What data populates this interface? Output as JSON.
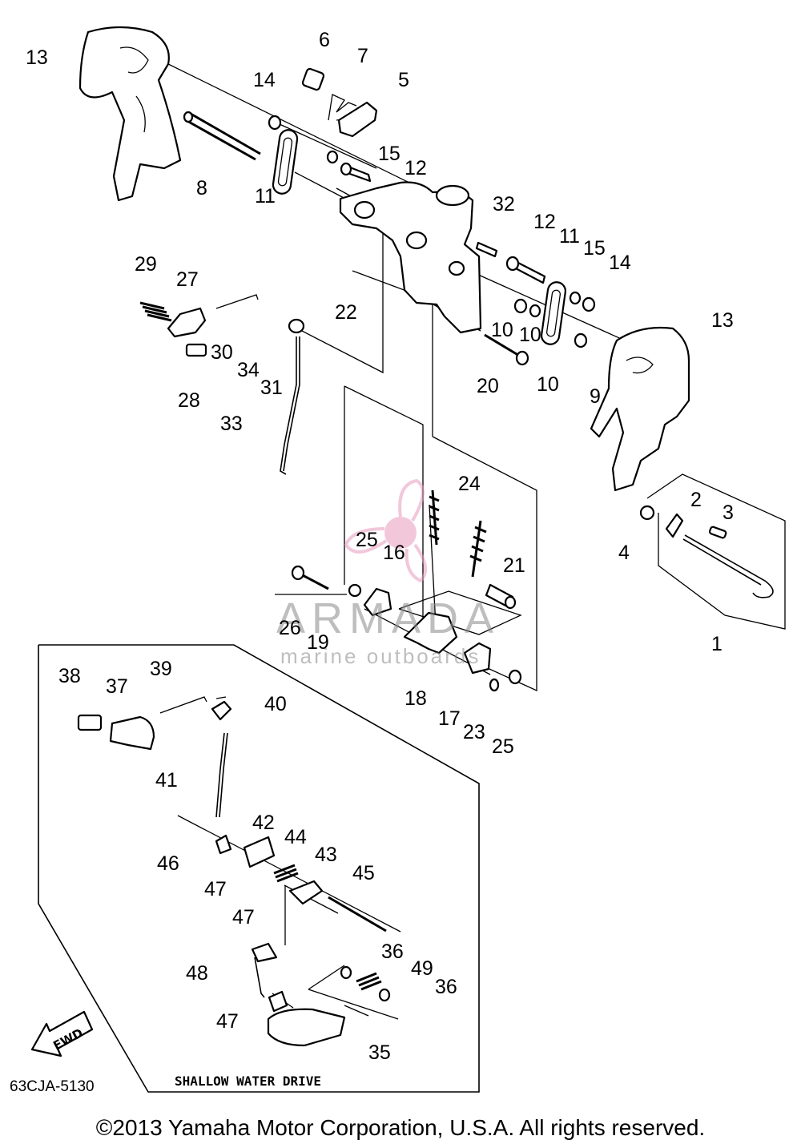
{
  "diagram": {
    "drawing_code": "63CJA-5130",
    "inset_title": "SHALLOW WATER DRIVE",
    "direction_label": "FWD",
    "watermark": {
      "brand": "ARMADA",
      "tagline": "marine outboards",
      "color": "#e89bbd"
    },
    "copyright": "©2013 Yamaha Motor Corporation, U.S.A. All rights reserved.",
    "callouts": [
      "1",
      "2",
      "3",
      "4",
      "5",
      "6",
      "7",
      "8",
      "9",
      "10",
      "10",
      "10",
      "11",
      "11",
      "12",
      "12",
      "13",
      "13",
      "14",
      "14",
      "15",
      "15",
      "16",
      "17",
      "18",
      "19",
      "20",
      "21",
      "22",
      "23",
      "24",
      "25",
      "25",
      "26",
      "27",
      "28",
      "29",
      "30",
      "31",
      "32",
      "33",
      "34",
      "35",
      "36",
      "36",
      "37",
      "38",
      "39",
      "40",
      "41",
      "42",
      "43",
      "44",
      "45",
      "46",
      "47",
      "47",
      "47",
      "48",
      "49"
    ]
  }
}
